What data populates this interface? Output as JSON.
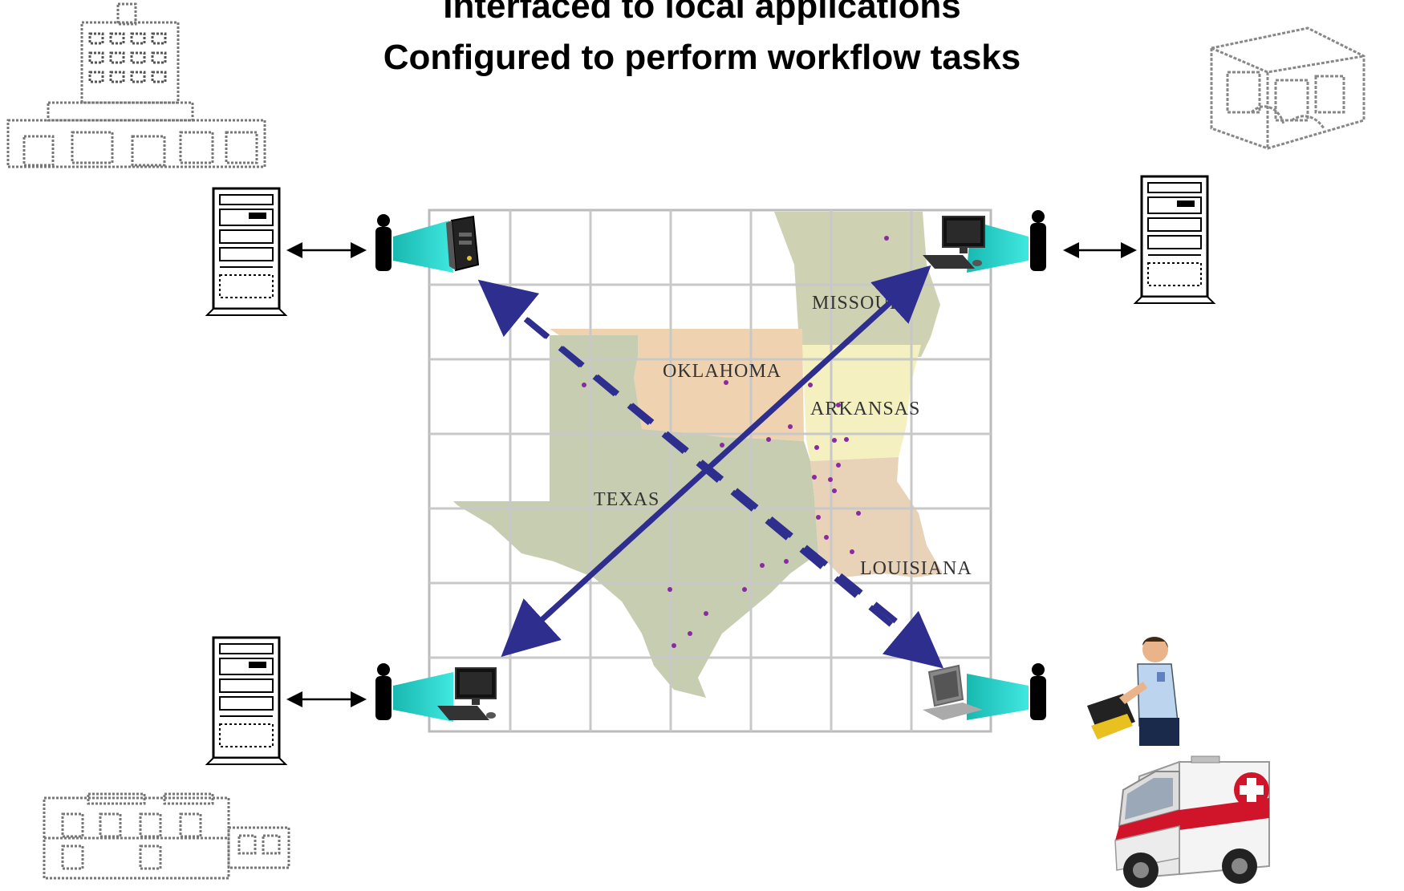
{
  "title": {
    "line1": "Interfaced to local applications",
    "line2": "Configured to perform workflow tasks"
  },
  "map": {
    "states": [
      {
        "id": "missouri",
        "label": "MISSOURI"
      },
      {
        "id": "oklahoma",
        "label": "OKLAHOMA"
      },
      {
        "id": "arkansas",
        "label": "ARKANSAS"
      },
      {
        "id": "texas",
        "label": "TEXAS"
      },
      {
        "id": "louisiana",
        "label": "LOUISIANA"
      }
    ]
  },
  "colors": {
    "arrow": "#2e2e8f",
    "beam": "#20d0c8",
    "grid": "#c8c8c8",
    "texas": "#c7cdb0",
    "oklahoma": "#efd2b0",
    "arkansas": "#f4f0c0",
    "missouri": "#cfd2b2",
    "louisiana": "#e8d2b8",
    "ambulance_red": "#d0142a"
  },
  "icons": [
    "hospital-building-icon",
    "clinic-building-icon",
    "office-building-icon",
    "server-tower-icon",
    "agent-figure-icon",
    "desktop-computer-icon",
    "paramedic-icon",
    "ambulance-icon"
  ]
}
